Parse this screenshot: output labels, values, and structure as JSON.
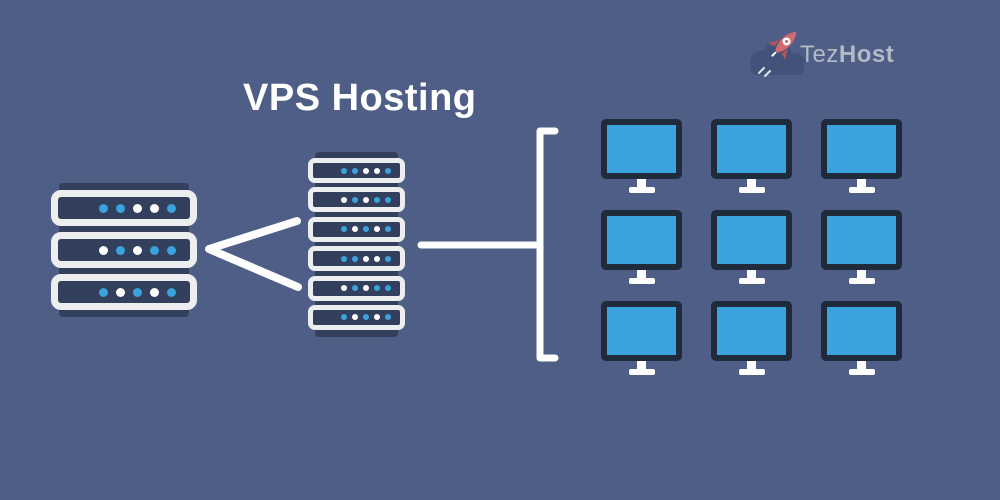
{
  "title": "VPS Hosting",
  "logo": {
    "brand_regular": "Tez",
    "brand_bold": "Host",
    "icon": "rocket-cloud-icon"
  },
  "colors": {
    "background": "#4e5e86",
    "server_dark": "#323f5d",
    "panel_border": "#edeef0",
    "accent_blue": "#3aa2dc",
    "monitor_frame": "#1f2b3a",
    "rocket_red": "#cf6a70",
    "rocket_fin": "#b2525c",
    "cloud_dark": "#42527a",
    "logo_text": "#b2bac6",
    "line_white": "#ffffff"
  },
  "left_server_stack": {
    "rows": [
      [
        "blue",
        "blue",
        "white",
        "white",
        "blue"
      ],
      [
        "white",
        "blue",
        "white",
        "blue",
        "blue"
      ],
      [
        "blue",
        "white",
        "blue",
        "white",
        "blue"
      ]
    ]
  },
  "middle_server_stack": {
    "rows": [
      [
        "blue",
        "blue",
        "white",
        "white",
        "blue"
      ],
      [
        "white",
        "blue",
        "white",
        "blue",
        "blue"
      ],
      [
        "blue",
        "white",
        "blue",
        "white",
        "blue"
      ],
      [
        "blue",
        "blue",
        "white",
        "white",
        "blue"
      ],
      [
        "white",
        "blue",
        "white",
        "blue",
        "blue"
      ],
      [
        "blue",
        "white",
        "blue",
        "white",
        "blue"
      ]
    ]
  },
  "monitor_grid": {
    "rows": 3,
    "columns": 3,
    "count": 9
  }
}
